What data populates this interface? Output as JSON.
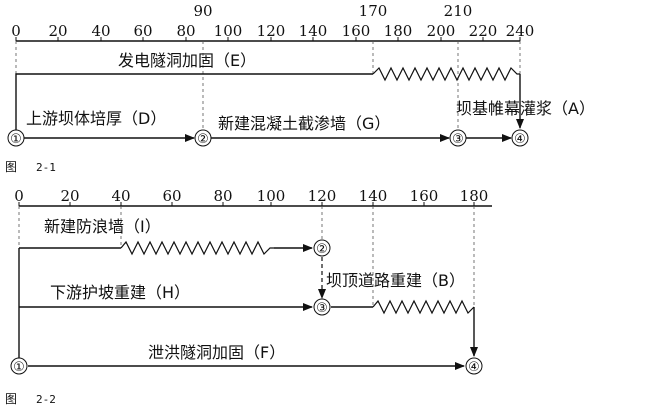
{
  "figure1": {
    "caption_prefix": "图",
    "caption_number": "2-1",
    "scale_ticks": [
      "0",
      "20",
      "40",
      "60",
      "80",
      "100",
      "120",
      "140",
      "160",
      "180",
      "200",
      "220",
      "240"
    ],
    "scale_extra": [
      "90",
      "170",
      "210"
    ],
    "nodes": [
      "①",
      "②",
      "③",
      "④"
    ],
    "activities": {
      "E": "发电隧洞加固（E）",
      "D": "上游坝体培厚（D）",
      "G": "新建混凝土截渗墙（G）",
      "A": "坝基帷幕灌浆（A）"
    }
  },
  "figure2": {
    "caption_prefix": "图",
    "caption_number": "2-2",
    "scale_ticks": [
      "0",
      "20",
      "40",
      "60",
      "80",
      "100",
      "120",
      "140",
      "160",
      "180"
    ],
    "nodes": [
      "①",
      "②",
      "③",
      "④"
    ],
    "activities": {
      "I": "新建防浪墙（I）",
      "B": "坝顶道路重建（B）",
      "H": "下游护坡重建（H）",
      "F": "泄洪隧洞加固（F）"
    }
  }
}
